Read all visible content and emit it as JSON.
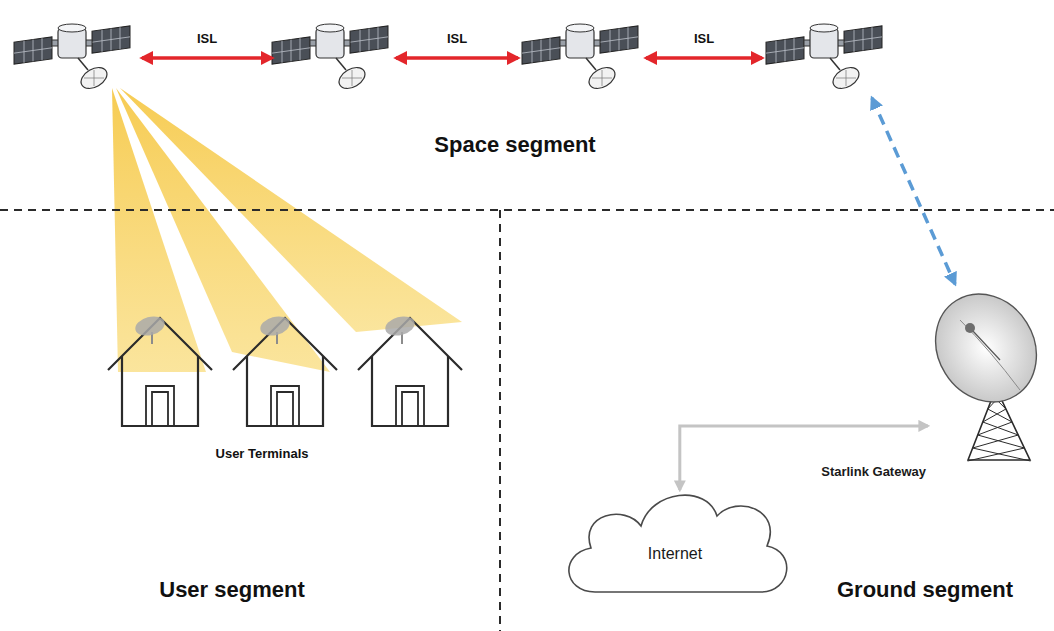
{
  "diagram": {
    "nodes": [
      {
        "text": [
          "Internet"
        ]
      },
      {
        "text": [
          "Starlink Gateway"
        ]
      }
    ],
    "edges": [
      {
        "from": 1,
        "to": 0,
        "arrow": "both"
      }
    ],
    "labels": [
      "ISL",
      "ISL",
      "ISL",
      "Space segment",
      "User Terminals",
      "User segment",
      "Ground segment"
    ]
  }
}
